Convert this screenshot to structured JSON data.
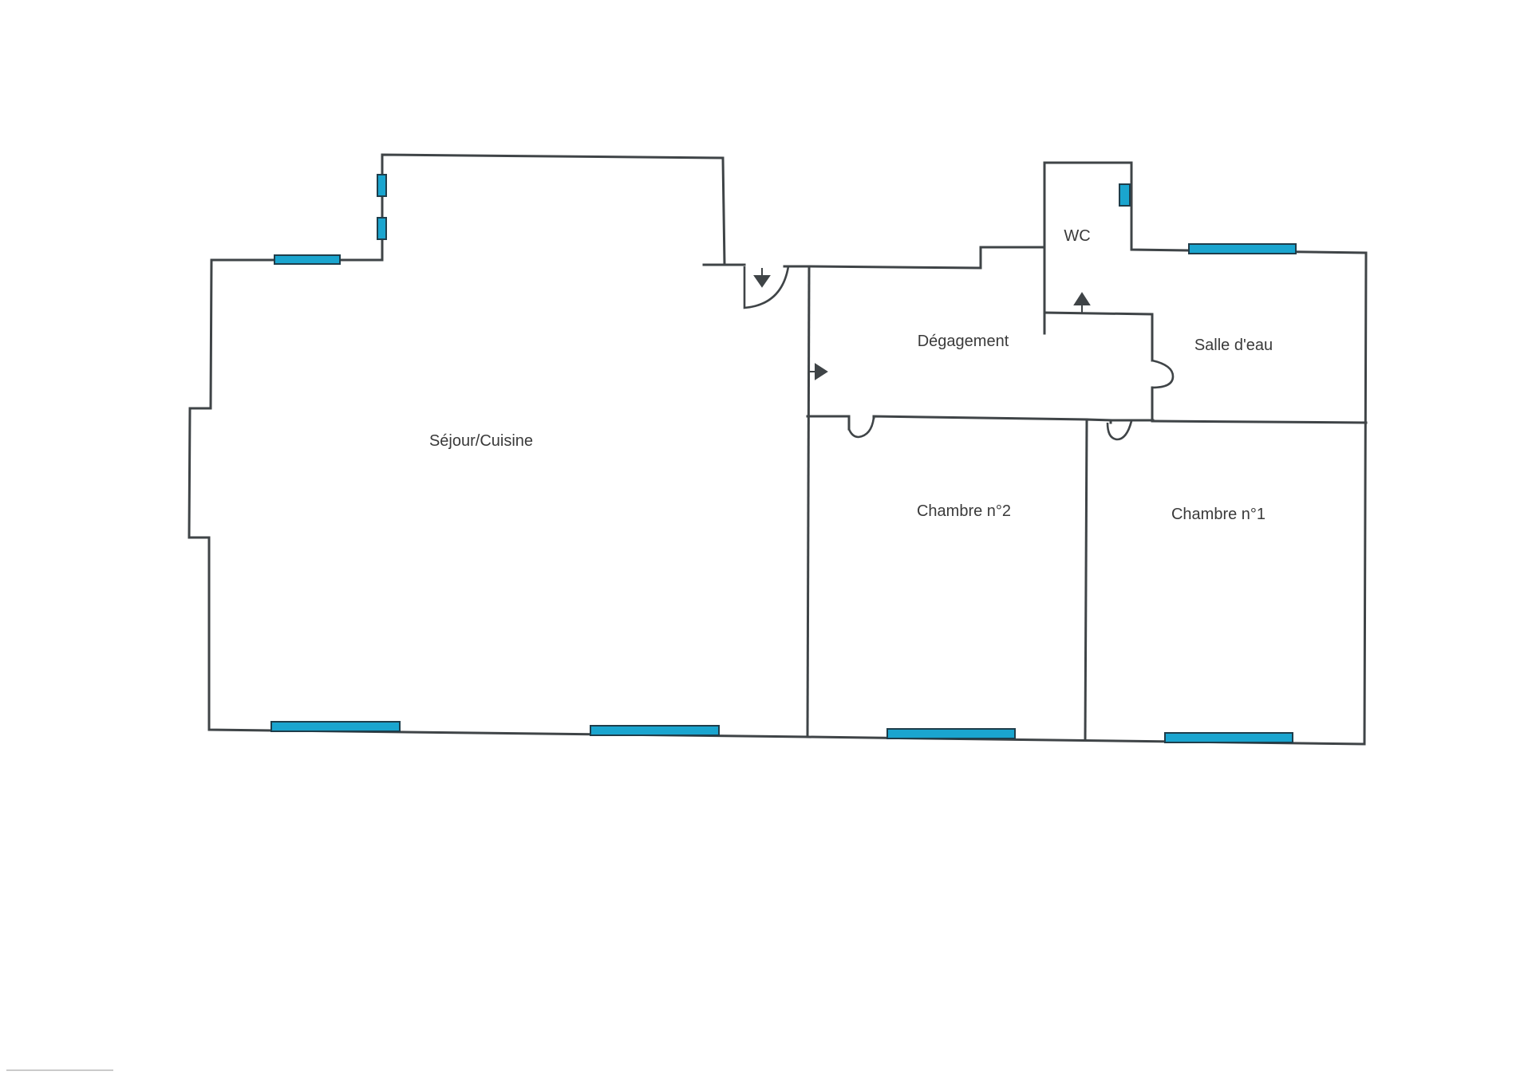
{
  "plan": {
    "colors": {
      "wall": "#3f4447",
      "window": "#1aa5cf",
      "label": "#3a3a3a",
      "background": "#ffffff"
    },
    "rooms": [
      {
        "id": "sejour",
        "label": "Séjour/Cuisine"
      },
      {
        "id": "degagement",
        "label": "Dégagement"
      },
      {
        "id": "wc",
        "label": "WC"
      },
      {
        "id": "salle-eau",
        "label": "Salle d'eau"
      },
      {
        "id": "chambre-2",
        "label": "Chambre n°2"
      },
      {
        "id": "chambre-1",
        "label": "Chambre n°1"
      }
    ]
  }
}
